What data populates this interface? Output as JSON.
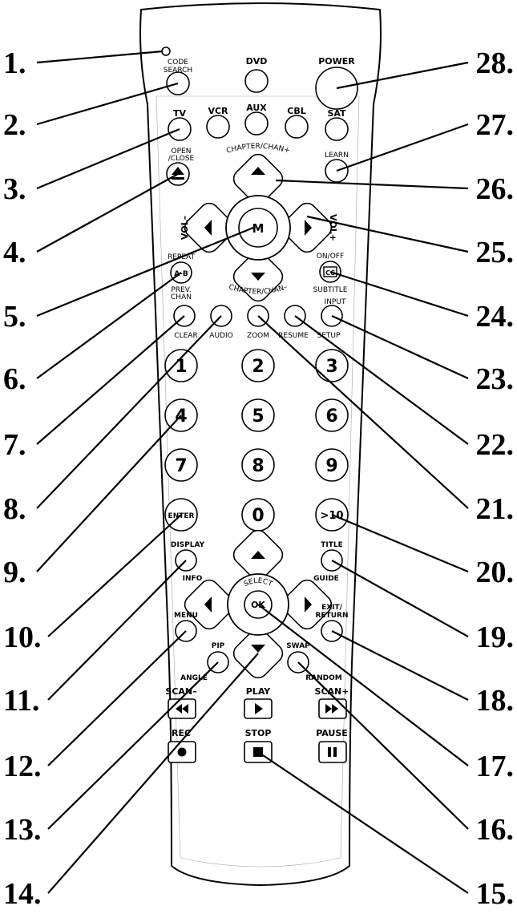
{
  "callouts": {
    "left": [
      "1.",
      "2.",
      "3.",
      "4.",
      "5.",
      "6.",
      "7.",
      "8.",
      "9.",
      "10.",
      "11.",
      "12.",
      "13.",
      "14."
    ],
    "right": [
      "28.",
      "27.",
      "26.",
      "25.",
      "24.",
      "23.",
      "22.",
      "21.",
      "20.",
      "19.",
      "18.",
      "17.",
      "16.",
      "15."
    ]
  },
  "remote": {
    "code_search_1": "CODE",
    "code_search_2": "SEARCH",
    "dvd": "DVD",
    "power": "POWER",
    "tv": "TV",
    "vcr": "VCR",
    "aux": "AUX",
    "cbl": "CBL",
    "sat": "SAT",
    "open_close_1": "OPEN",
    "open_close_2": "/CLOSE",
    "learn": "LEARN",
    "chapter_up": "CHAPTER/CHAN+",
    "chapter_down": "CHAPTER/CHAN–",
    "vol_minus": "VOL–",
    "vol_plus": "VOL+",
    "menu_m": "M",
    "repeat": "REPEAT",
    "ab": "A-B",
    "prev_chan_1": "PREV.",
    "prev_chan_2": "CHAN",
    "on_off": "ON/OFF",
    "cc": "CC",
    "subtitle": "SUBTITLE",
    "input": "INPUT",
    "clear": "CLEAR",
    "audio": "AUDIO",
    "zoom": "ZOOM",
    "resume": "RESUME",
    "setup": "SETUP",
    "digits": [
      "1",
      "2",
      "3",
      "4",
      "5",
      "6",
      "7",
      "8",
      "9",
      "0"
    ],
    "enter": "ENTER",
    "gt10": ">10",
    "display": "DISPLAY",
    "info": "INFO",
    "title": "TITLE",
    "guide": "GUIDE",
    "select": "SELECT",
    "ok": "OK",
    "menu": "MENU",
    "exit_1": "EXIT/",
    "exit_2": "RETURN",
    "pip": "PIP",
    "angle": "ANGLE",
    "swap": "SWAP",
    "random": "RANDOM",
    "scan_minus": "SCAN–",
    "play": "PLAY",
    "scan_plus": "SCAN+",
    "rec": "REC",
    "stop": "STOP",
    "pause": "PAUSE"
  }
}
